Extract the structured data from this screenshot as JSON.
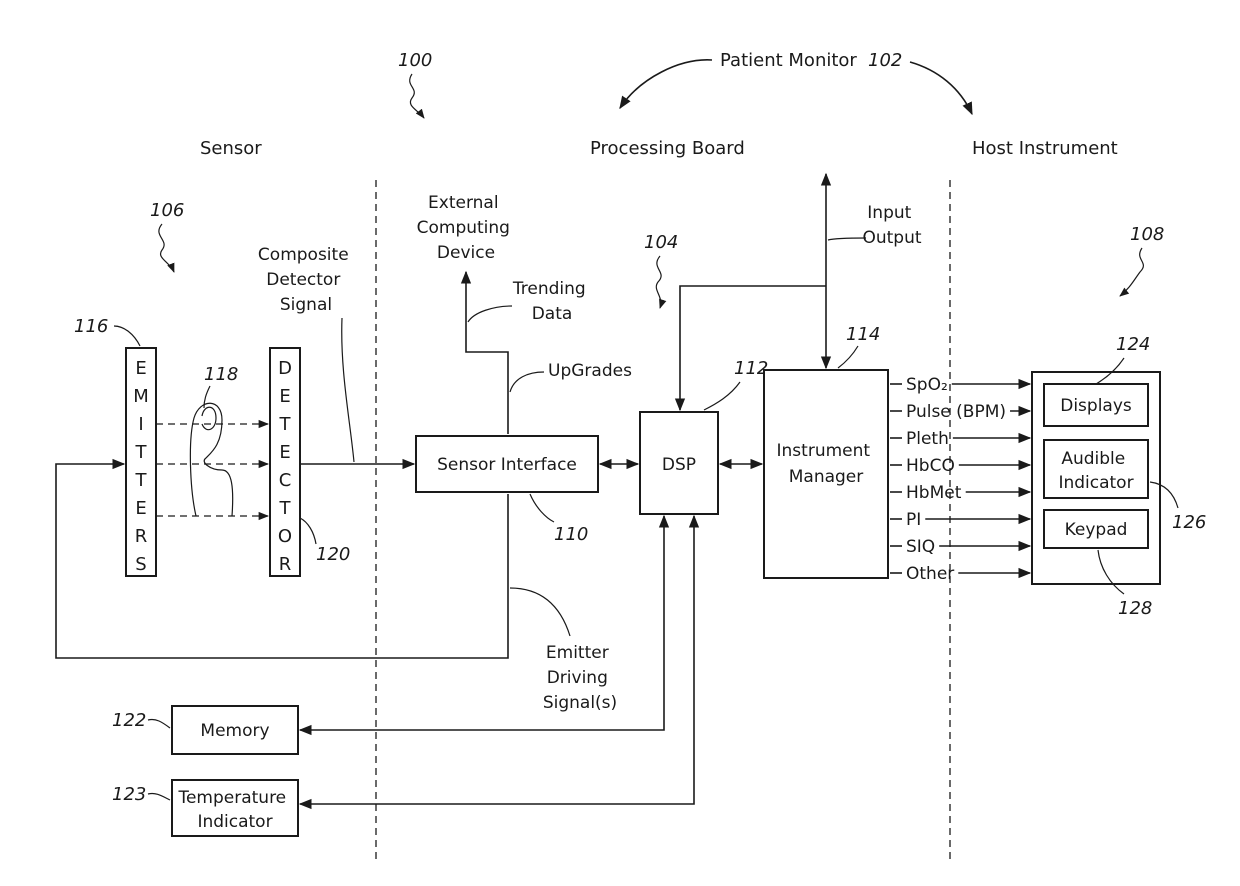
{
  "sections": {
    "sensor": "Sensor",
    "processing_board": "Processing Board",
    "host_instrument": "Host Instrument",
    "patient_monitor": "Patient Monitor"
  },
  "refs": {
    "r100": "100",
    "r102": "102",
    "r104": "104",
    "r106": "106",
    "r108": "108",
    "r110": "110",
    "r112": "112",
    "r114": "114",
    "r116": "116",
    "r118": "118",
    "r120": "120",
    "r122": "122",
    "r123": "123",
    "r124": "124",
    "r126": "126",
    "r128": "128"
  },
  "blocks": {
    "emitters_letters": [
      "E",
      "M",
      "I",
      "T",
      "T",
      "E",
      "R",
      "S"
    ],
    "detector_letters": [
      "D",
      "E",
      "T",
      "E",
      "C",
      "T",
      "O",
      "R"
    ],
    "sensor_interface": "Sensor Interface",
    "dsp": "DSP",
    "instrument_manager": [
      "Instrument",
      "Manager"
    ],
    "memory": "Memory",
    "temperature_indicator": [
      "Temperature",
      "Indicator"
    ],
    "displays": "Displays",
    "audible_indicator": [
      "Audible",
      "Indicator"
    ],
    "keypad": "Keypad"
  },
  "labels": {
    "composite_detector_signal": [
      "Composite",
      "Detector",
      "Signal"
    ],
    "external_computing_device": [
      "External",
      "Computing",
      "Device"
    ],
    "trending_data": [
      "Trending",
      "Data"
    ],
    "upgrades": "UpGrades",
    "input_output": [
      "Input",
      "Output"
    ],
    "emitter_driving_signals": [
      "Emitter",
      "Driving",
      "Signal(s)"
    ]
  },
  "outputs": [
    "SpO₂",
    "Pulse (BPM)",
    "Pleth",
    "HbCO",
    "HbMet",
    "PI",
    "SIQ",
    "Other"
  ]
}
